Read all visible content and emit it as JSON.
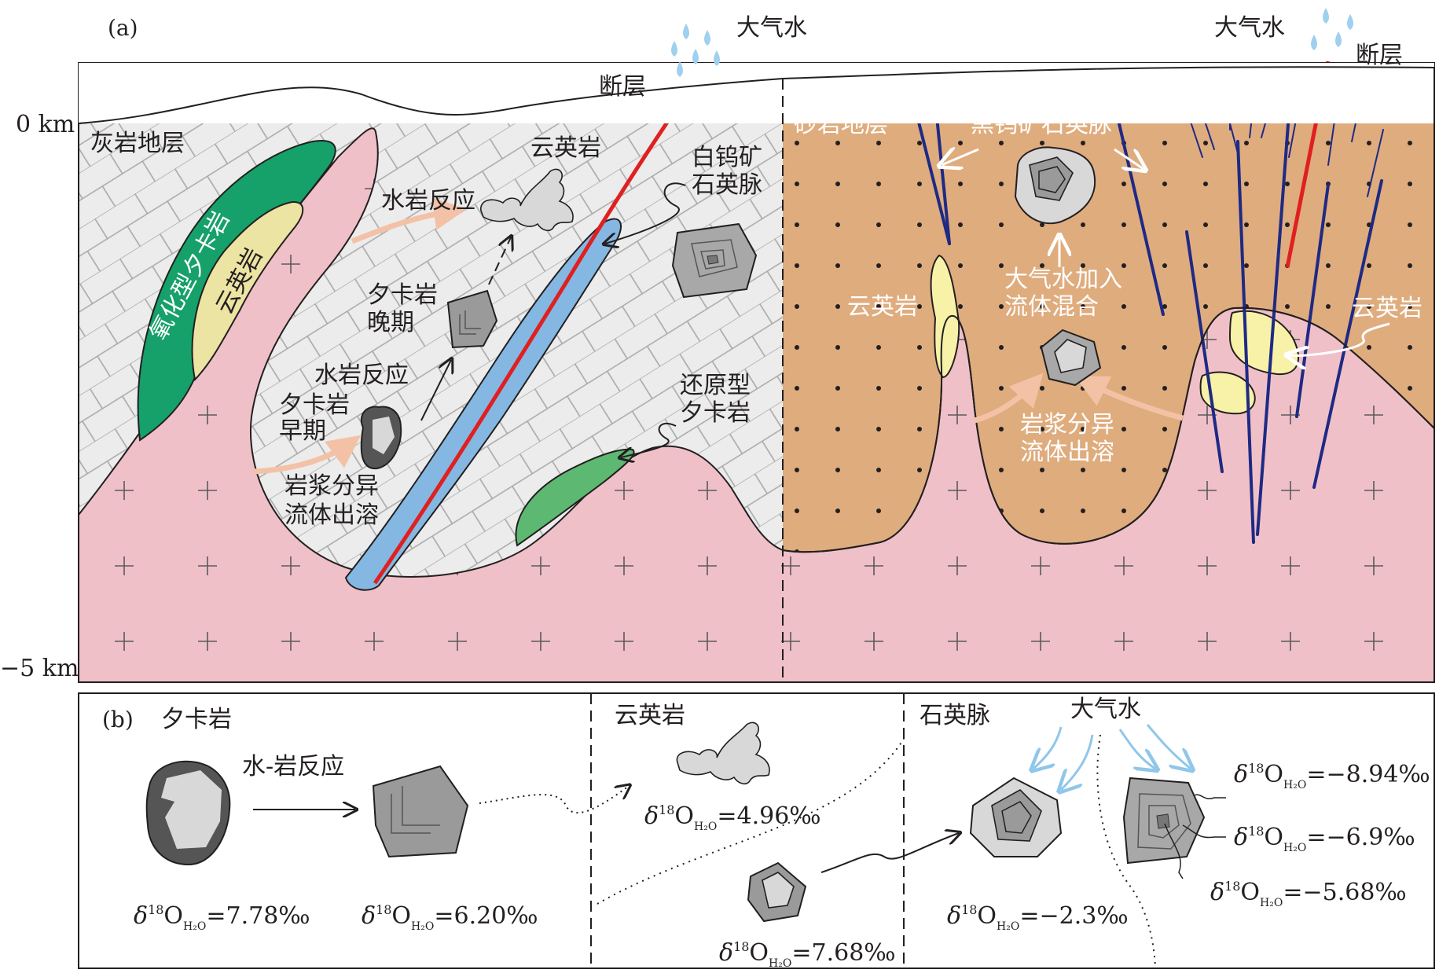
{
  "panel_a": {
    "tag": "(a)",
    "depth_top": "0 km",
    "depth_bottom": "−5 km",
    "left_section": {
      "limestone": "灰岩地层",
      "oxidized_skarn": "氧化型夕卡岩",
      "greisen_left": "云英岩",
      "water_rock_1": "水岩反应",
      "greisen_top": "云英岩",
      "skarn_late_1": "夕卡岩",
      "skarn_late_2": "晚期",
      "water_rock_2": "水岩反应",
      "skarn_early_1": "夕卡岩",
      "skarn_early_2": "早期",
      "magma_1": "岩浆分异",
      "magma_2": "流体出溶",
      "fault": "断层",
      "meteoric": "大气水",
      "scheelite_1": "白钨矿",
      "scheelite_2": "石英脉",
      "reduced_1": "还原型",
      "reduced_2": "夕卡岩"
    },
    "right_section": {
      "sandstone": "砂岩地层",
      "wolframite": "黑钨矿石英脉",
      "meteoric": "大气水",
      "fault": "断层",
      "greisen_l": "云英岩",
      "mixing_1": "大气水加入",
      "mixing_2": "流体混合",
      "greisen_r": "云英岩",
      "magma_1": "岩浆分异",
      "magma_2": "流体出溶"
    }
  },
  "panel_b": {
    "tag": "(b)",
    "skarn_title": "夕卡岩",
    "water_rock": "水-岩反应",
    "greisen_title": "云英岩",
    "vein_title": "石英脉",
    "meteoric": "大气水",
    "delta": "δ",
    "sup18": "18",
    "o_letter": "O",
    "h2o_sub": "H₂O",
    "v_skarn_early": "=7.78‰",
    "v_skarn_late": "=6.20‰",
    "v_greisen": "=4.96‰",
    "v_vein_early": "=7.68‰",
    "v_vein_mid": "=−2.3‰",
    "v_vein_1": "=−8.94‰",
    "v_vein_2": "=−6.9‰",
    "v_vein_3": "=−5.68‰"
  },
  "colors": {
    "granite": "#f0c0c8",
    "limestone": "#ececec",
    "sandstone": "#dfac7e",
    "oxidized_skarn": "#16a06a",
    "reduced_skarn": "#5db872",
    "greisen": "#ece4a2",
    "greisen_r": "#f7f2a8",
    "vein_blue": "#84b8e2",
    "fault_red": "#e02020",
    "wolframite_vein": "#1e2a84",
    "arrow_pink": "#f3c2a6",
    "rain": "#9fd0ee"
  }
}
